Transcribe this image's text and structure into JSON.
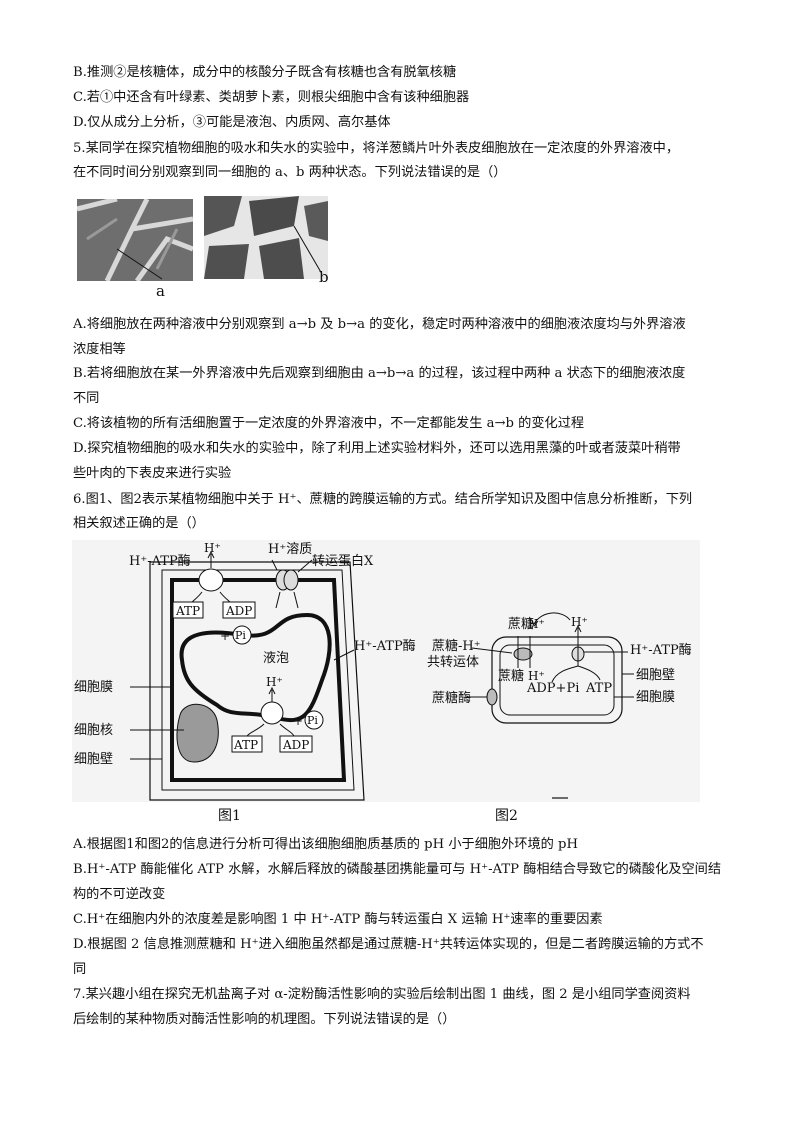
{
  "lines": {
    "l1": "B.推测②是核糖体，成分中的核酸分子既含有核糖也含有脱氧核糖",
    "l2": "C.若①中还含有叶绿素、类胡萝卜素，则根尖细胞中含有该种细胞器",
    "l3": "D.仅从成分上分析，③可能是液泡、内质网、高尔基体",
    "l4": "5.某同学在探究植物细胞的吸水和失水的实验中，将洋葱鳞片叶外表皮细胞放在一定浓度的外界溶液中，",
    "l5": "在不同时间分别观察到同一细胞的 a、b 两种状态。下列说法错误的是（）",
    "l6": "A.将细胞放在两种溶液中分别观察到 a→b 及 b→a 的变化，稳定时两种溶液中的细胞液浓度均与外界溶液",
    "l7": "浓度相等",
    "l8": "B.若将细胞放在某一外界溶液中先后观察到细胞由 a→b→a 的过程，该过程中两种 a 状态下的细胞液浓度",
    "l9": "不同",
    "l10": "C.将该植物的所有活细胞置于一定浓度的外界溶液中，不一定都能发生 a→b 的变化过程",
    "l11": "D.探究植物细胞的吸水和失水的实验中，除了利用上述实验材料外，还可以选用黑藻的叶或者菠菜叶稍带",
    "l12": "些叶肉的下表皮来进行实验",
    "l13": "6.图1、图2表示某植物细胞中关于 H⁺、蔗糖的跨膜运输的方式。结合所学知识及图中信息分析推断，下列",
    "l14": "相关叙述正确的是（）",
    "l15": "A.根据图1和图2的信息进行分析可得出该细胞细胞质基质的 pH 小于细胞外环境的 pH",
    "l16": "B.H⁺-ATP 酶能催化 ATP 水解，水解后释放的磷酸基团携能量可与 H⁺-ATP 酶相结合导致它的磷酸化及空间结",
    "l17": "构的不可逆改变",
    "l18": "C.H⁺在细胞内外的浓度差是影响图 1 中 H⁺-ATP 酶与转运蛋白 X 运输 H⁺速率的重要因素",
    "l19": "D.根据图 2 信息推测蔗糖和 H⁺进入细胞虽然都是通过蔗糖-H⁺共转运体实现的，但是二者跨膜运输的方式不",
    "l20": "同",
    "l21": "7.某兴趣小组在探究无机盐离子对 α-淀粉酶活性影响的实验后绘制出图 1 曲线，图 2 是小组同学查阅资料",
    "l22": "后绘制的某种物质对酶活性影响的机理图。下列说法错误的是（）"
  },
  "photos": {
    "a_label": "a",
    "b_label": "b"
  },
  "fig1": {
    "h_atp_enzyme_top": "H⁺-ATP酶",
    "h_plus_top": "H⁺",
    "h_solute": "H⁺溶质",
    "transporter_x": "转运蛋白X",
    "atp": "ATP",
    "adp": "ADP",
    "pi": "Pi",
    "plus": "+",
    "vacuole": "液泡",
    "h_atp_enzyme_right": "H⁺-ATP酶",
    "h_plus_mid": "H⁺",
    "cell_membrane": "细胞膜",
    "nucleus": "细胞核",
    "cell_wall": "细胞壁",
    "caption": "图1"
  },
  "fig2": {
    "sucrose_top": "蔗糖",
    "h_plus_a": "H⁺",
    "h_plus_b": "H⁺",
    "cotransporter_1": "蔗糖-H⁺",
    "cotransporter_2": "共转运体",
    "sucrose_in": "蔗糖",
    "h_plus_in": "H⁺",
    "adp_pi": "ADP+Pi",
    "atp": "ATP",
    "h_atp_enzyme": "H⁺-ATP酶",
    "cell_wall": "细胞壁",
    "cell_membrane": "细胞膜",
    "sucrase": "蔗糖酶",
    "caption": "图2"
  },
  "colors": {
    "ink": "#111111",
    "photo_bg": "#7a7a7a",
    "nucleus": "#9a9a9a",
    "fig_bg": "#f4f4f4"
  }
}
